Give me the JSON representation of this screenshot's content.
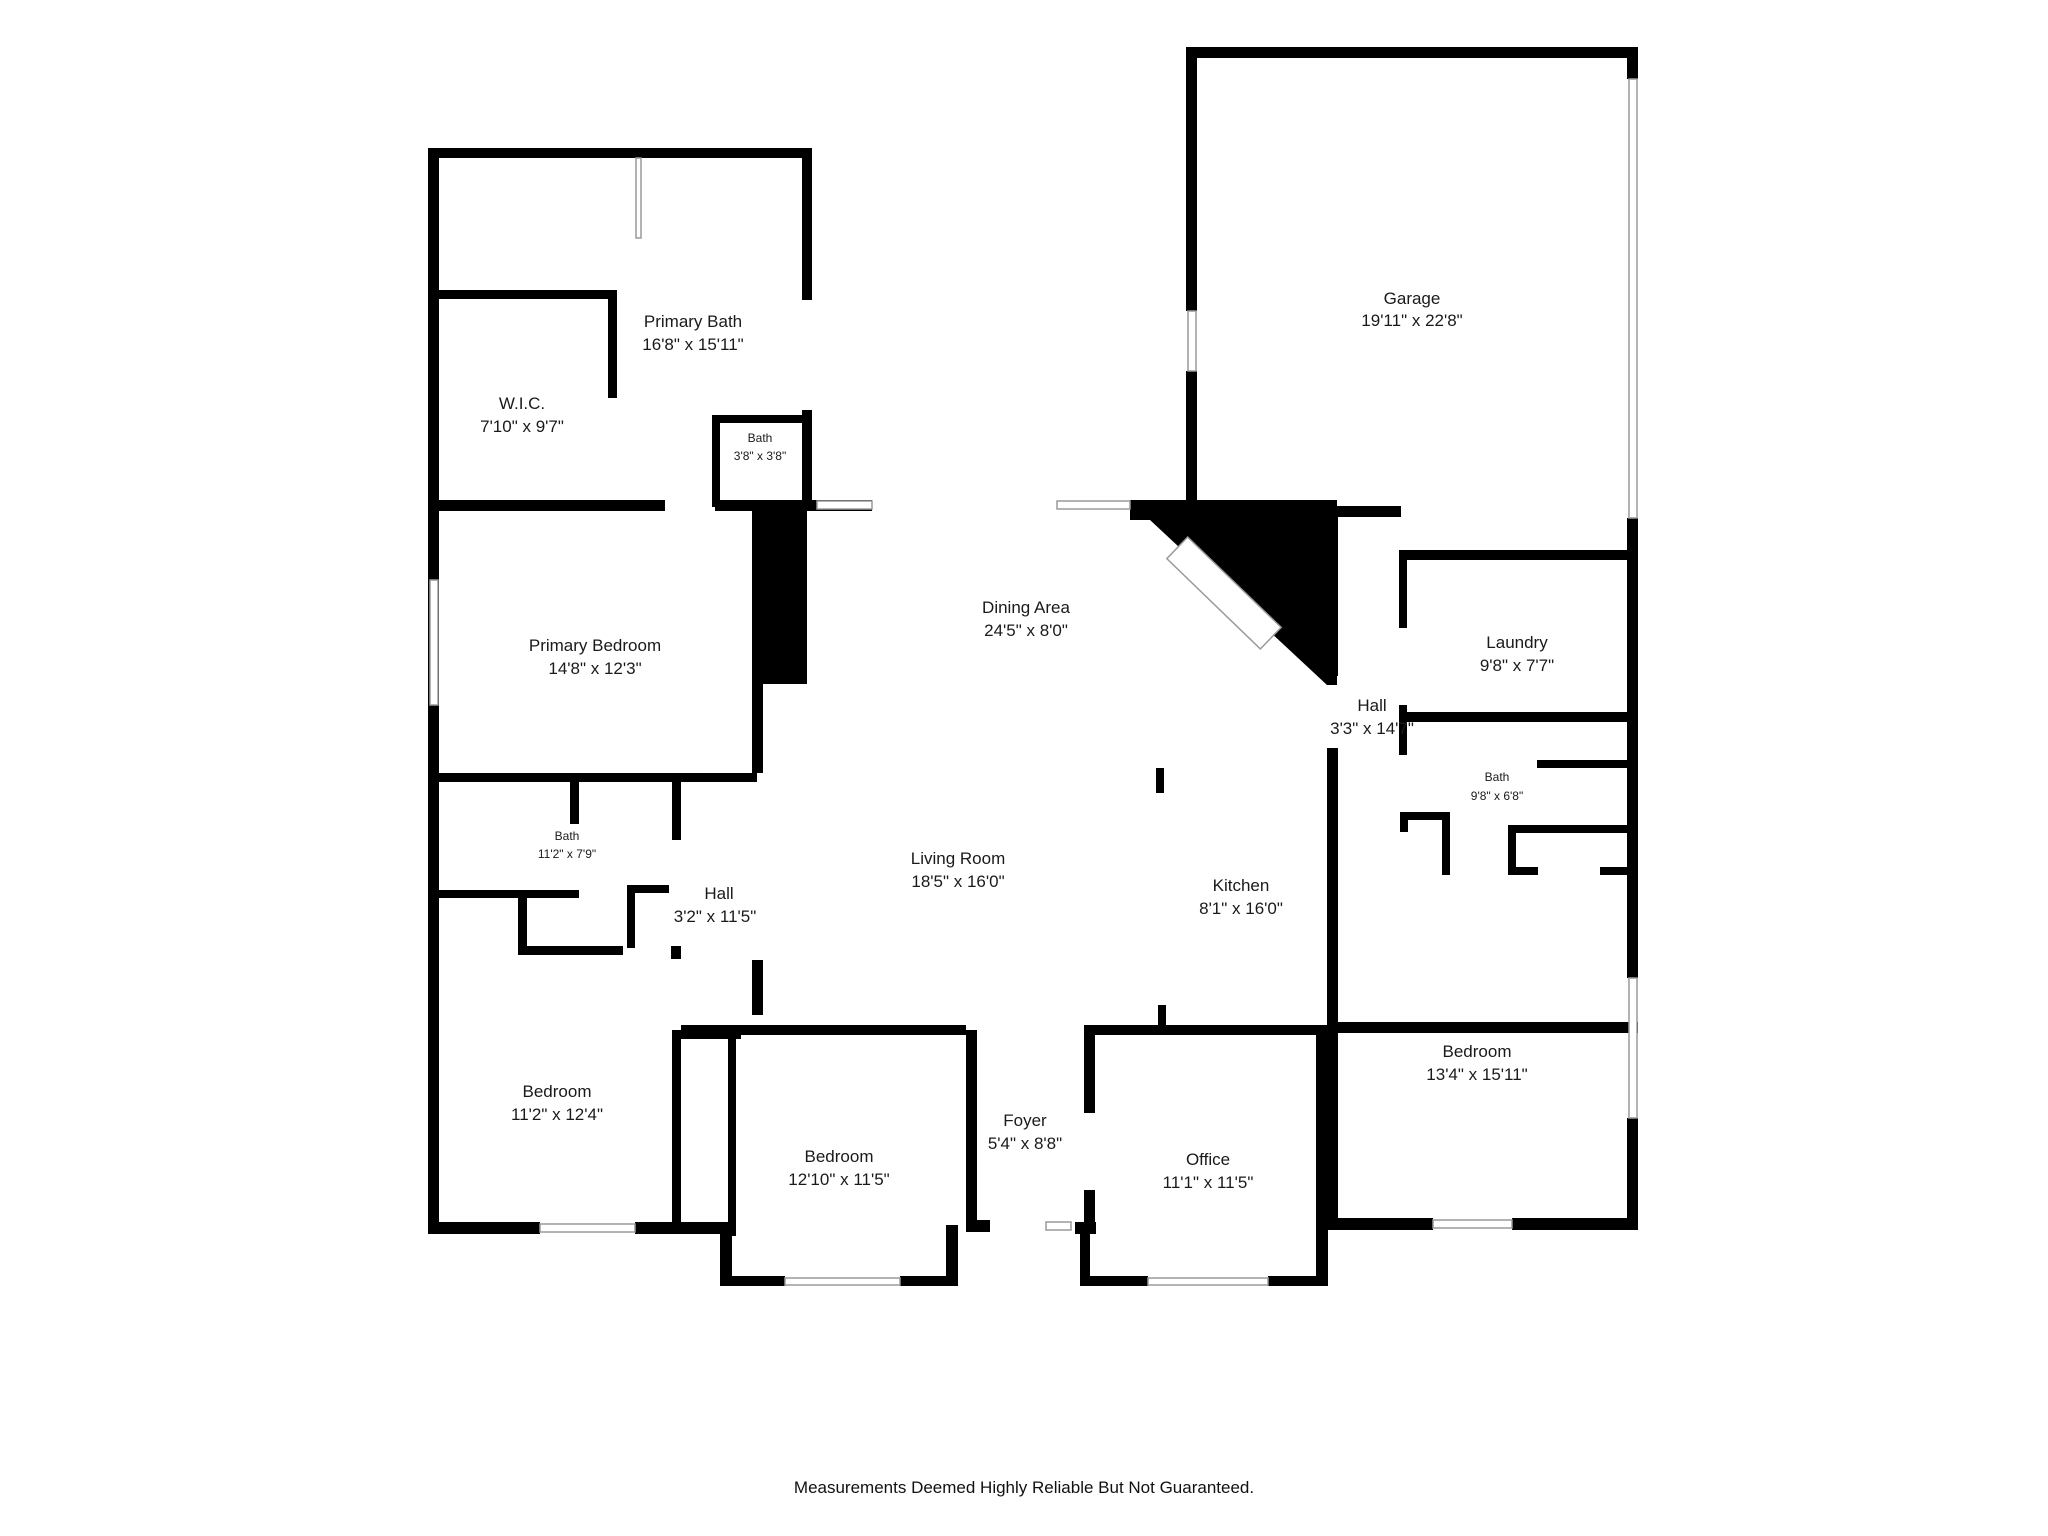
{
  "rooms": {
    "garage": {
      "name": "Garage",
      "size": "19'11\" x 22'8\""
    },
    "primary_bath": {
      "name": "Primary Bath",
      "size": "16'8\" x 15'11\""
    },
    "wic": {
      "name": "W.I.C.",
      "size": "7'10\" x 9'7\""
    },
    "bath_small": {
      "name": "Bath",
      "size": "3'8\" x 3'8\""
    },
    "primary_bed": {
      "name": "Primary Bedroom",
      "size": "14'8\" x 12'3\""
    },
    "dining": {
      "name": "Dining Area",
      "size": "24'5\" x 8'0\""
    },
    "laundry": {
      "name": "Laundry",
      "size": "9'8\" x 7'7\""
    },
    "hall_east": {
      "name": "Hall",
      "size": "3'3\" x 14'7\""
    },
    "bath_east": {
      "name": "Bath",
      "size": "9'8\" x 6'8\""
    },
    "bath_west": {
      "name": "Bath",
      "size": "11'2\" x 7'9\""
    },
    "hall_west": {
      "name": "Hall",
      "size": "3'2\" x 11'5\""
    },
    "living": {
      "name": "Living Room",
      "size": "18'5\" x 16'0\""
    },
    "kitchen": {
      "name": "Kitchen",
      "size": "8'1\" x 16'0\""
    },
    "bedroom_sw": {
      "name": "Bedroom",
      "size": "11'2\" x 12'4\""
    },
    "bedroom_s": {
      "name": "Bedroom",
      "size": "12'10\" x 11'5\""
    },
    "foyer": {
      "name": "Foyer",
      "size": "5'4\" x 8'8\""
    },
    "office": {
      "name": "Office",
      "size": "11'1\" x 11'5\""
    },
    "bedroom_e": {
      "name": "Bedroom",
      "size": "13'4\" x 15'11\""
    }
  },
  "disclaimer": "Measurements Deemed Highly Reliable But Not Guaranteed.",
  "colors": {
    "wall": "#000000",
    "background": "#ffffff",
    "window": "#9a9a9a"
  }
}
